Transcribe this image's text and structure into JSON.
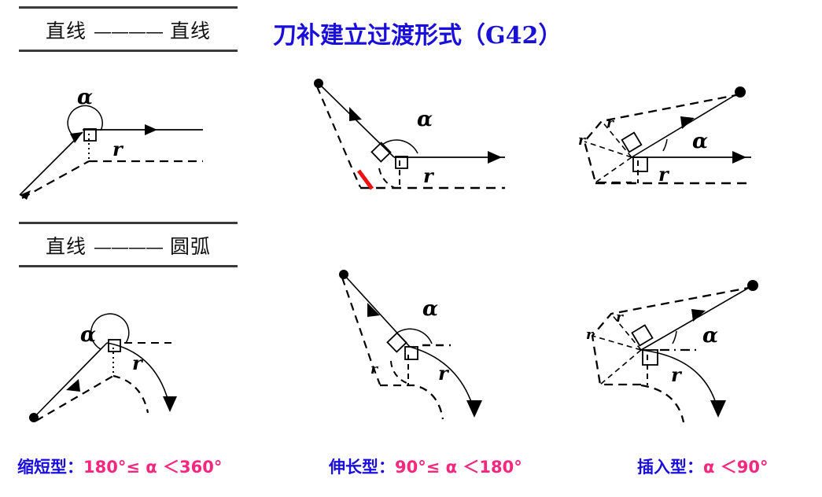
{
  "title": "刀补建立过渡形式（G42）",
  "colors": {
    "title_blue": "#1a0fd8",
    "caption_blue": "#1a0fd8",
    "condition_pink": "#f5277f",
    "line_black": "#000000",
    "highlight_red": "#ee1111",
    "rule_gray": "#3a3a3a"
  },
  "sections": [
    {
      "id": "line-line",
      "from": "直线",
      "dash": "————",
      "to": "直线",
      "text": "直线 ———— 直线"
    },
    {
      "id": "line-arc",
      "from": "直线",
      "dash": "————",
      "to": "圆弧",
      "text": "直线 ———— 圆弧"
    }
  ],
  "captions": [
    {
      "id": "shorten",
      "label": "缩短型：",
      "condition": "180°≤ α ＜360°"
    },
    {
      "id": "extend",
      "label": "伸长型：",
      "condition": "90°≤ α ＜180°"
    },
    {
      "id": "insert",
      "label": "插入型：",
      "condition": "α ＜90°"
    }
  ],
  "diagrams": [
    {
      "id": "line-line-shorten",
      "row": "直线——直线",
      "type": "缩短型",
      "angle_label": "α",
      "radius_label": "r",
      "has_red_segment": false,
      "has_insert_polygon": false
    },
    {
      "id": "line-line-extend",
      "row": "直线——直线",
      "type": "伸长型",
      "angle_label": "α",
      "radius_label": "r",
      "has_red_segment": true,
      "has_insert_polygon": false
    },
    {
      "id": "line-line-insert",
      "row": "直线——直线",
      "type": "插入型",
      "angle_label": "α",
      "radius_label": "r",
      "radius_label_2": "r",
      "has_red_segment": false,
      "has_insert_polygon": true
    },
    {
      "id": "line-arc-shorten",
      "row": "直线——圆弧",
      "type": "缩短型",
      "angle_label": "α",
      "radius_label": "r",
      "has_red_segment": false,
      "has_insert_polygon": false
    },
    {
      "id": "line-arc-extend",
      "row": "直线——圆弧",
      "type": "伸长型",
      "angle_label": "α",
      "radius_label": "r",
      "radius_label_2": "r",
      "has_red_segment": false,
      "has_insert_polygon": false
    },
    {
      "id": "line-arc-insert",
      "row": "直线——圆弧",
      "type": "插入型",
      "angle_label": "α",
      "radius_label": "r",
      "radius_label_2": "r",
      "has_red_segment": false,
      "has_insert_polygon": true
    }
  ]
}
